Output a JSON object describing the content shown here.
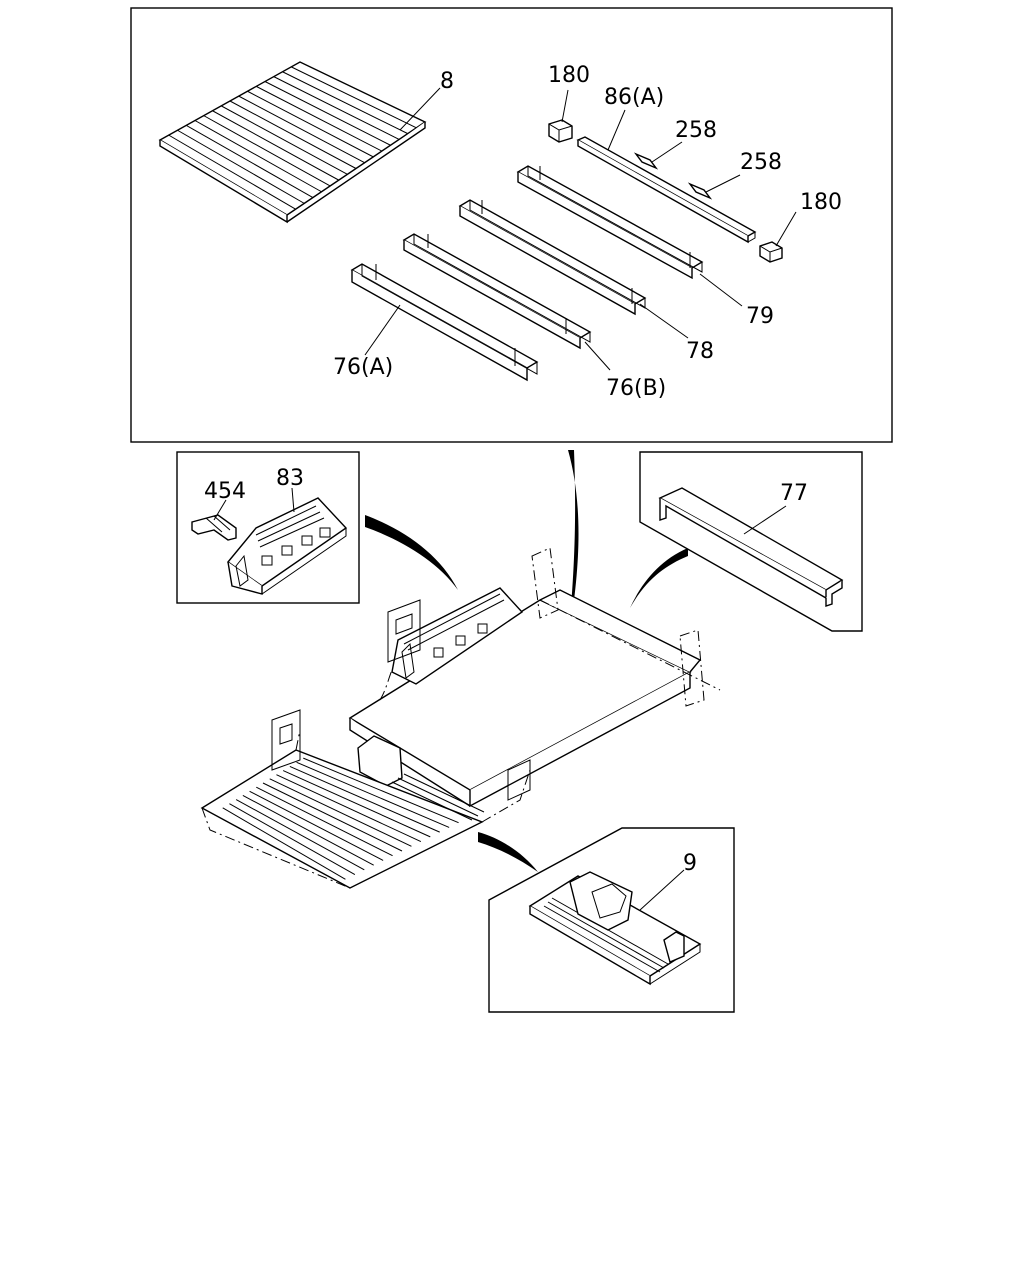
{
  "labels": {
    "floor_panel": "8",
    "clip_top": "180",
    "cross_member_86a": "86(A)",
    "retainer_1": "258",
    "retainer_2": "258",
    "clip_right": "180",
    "cross_member_79": "79",
    "cross_member_78": "78",
    "cross_member_76b": "76(B)",
    "cross_member_76a": "76(A)",
    "bracket_454": "454",
    "panel_83": "83",
    "cross_member_77": "77",
    "panel_9": "9"
  }
}
